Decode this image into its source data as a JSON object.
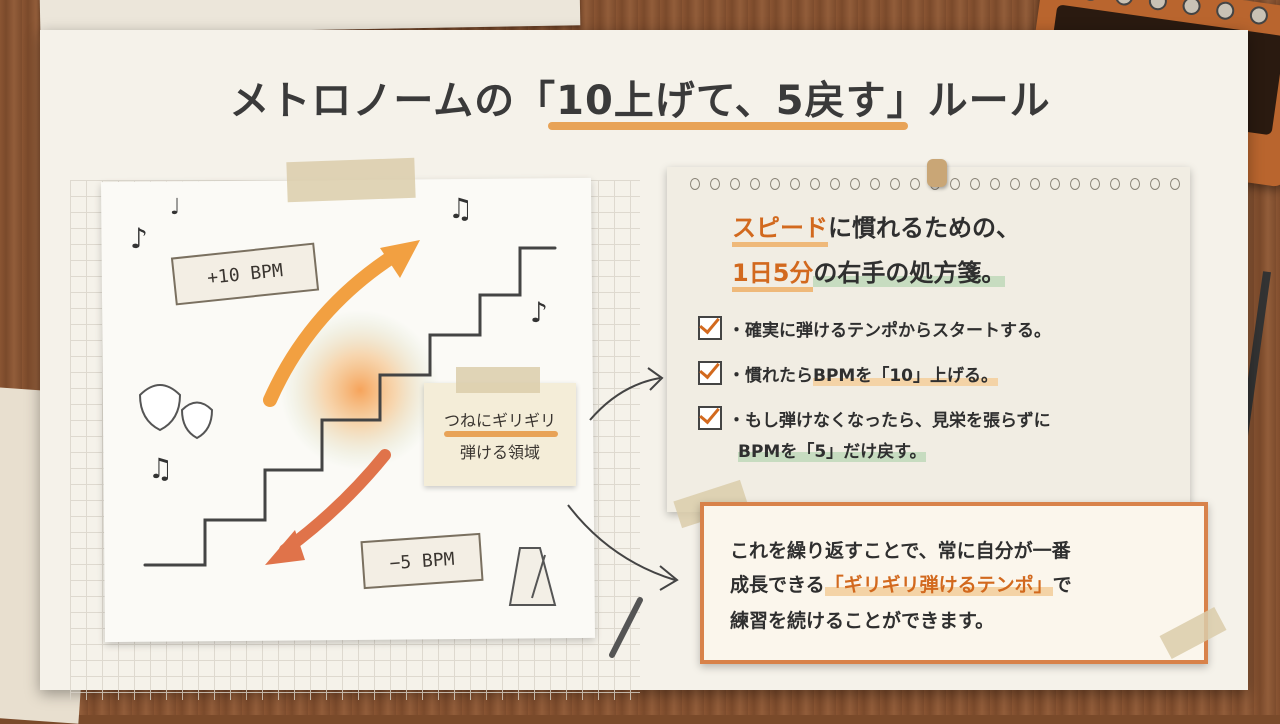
{
  "title": "メトロノームの「10上げて、5戻す」ルール",
  "tags": {
    "plus": "+10 BPM",
    "minus": "−5 BPM"
  },
  "sticky": {
    "line1": "つねにギリギリ",
    "line2": "弾ける領域"
  },
  "card": {
    "heading1_em": "スピード",
    "heading1_rest": "に慣れるための、",
    "heading2_em": "1日5分",
    "heading2_rest": "の右手の処方箋。",
    "items": [
      {
        "text": "・確実に弾けるテンポからスタートする。"
      },
      {
        "pre": "・慣れたら",
        "hl": "BPMを「10」上げる。"
      },
      {
        "line1": "・もし弾けなくなったら、見栄を張らずに",
        "hl2": "BPMを「5」だけ戻す。"
      }
    ]
  },
  "bottom": {
    "line1": "これを繰り返すことで、常に自分が一番",
    "line2_pre": "成長できる",
    "line2_hl": "「ギリギリ弾けるテンポ」",
    "line2_post": "で",
    "line3": "練習を続けることができます。"
  },
  "colors": {
    "accent": "#d2691e",
    "highlight_orange": "#efb97a",
    "highlight_green": "#c7dcc0",
    "box_border": "#d8824a"
  },
  "icons": [
    "music-note-icon",
    "guitar-pick-icon",
    "metronome-icon",
    "pencil-icon",
    "checkbox-icon",
    "arrow-up-icon",
    "arrow-down-icon"
  ]
}
